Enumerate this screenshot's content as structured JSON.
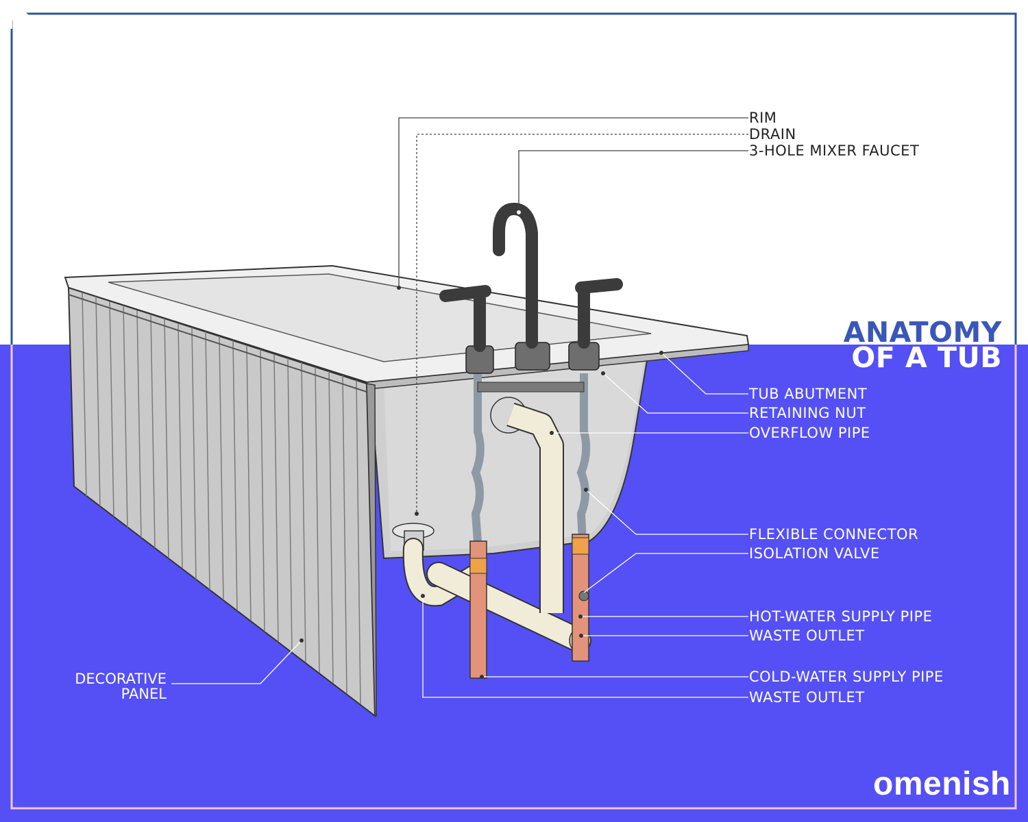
{
  "title": {
    "line1": "ANATOMY",
    "line2": "OF A TUB"
  },
  "labels": {
    "rim": "RIM",
    "drain": "DRAIN",
    "faucet": "3-HOLE MIXER FAUCET",
    "tub_abutment": "TUB ABUTMENT",
    "retaining_nut": "RETAINING NUT",
    "overflow_pipe": "OVERFLOW PIPE",
    "flexible_connector": "FLEXIBLE CONNECTOR",
    "isolation_valve": "ISOLATION VALVE",
    "hot_water_pipe": "HOT-WATER SUPPLY PIPE",
    "waste_outlet_1": "WASTE OUTLET",
    "cold_water_pipe": "COLD-WATER SUPPLY PIPE",
    "waste_outlet_2": "WASTE OUTLET",
    "decorative_panel_1": "DECORATIVE",
    "decorative_panel_2": "PANEL"
  },
  "brand": {
    "name": "omenish",
    "icon": "house-logo-icon"
  },
  "colors": {
    "background_top": "#ffffff",
    "background_bottom": "#5450f5",
    "frame_top": "#2e5597",
    "frame_bottom": "#f2c8dc",
    "title_primary": "#3a57b8",
    "copper": "#e2937a",
    "faucet": "#3b3b3b",
    "pvc": "#f1ecd8"
  }
}
